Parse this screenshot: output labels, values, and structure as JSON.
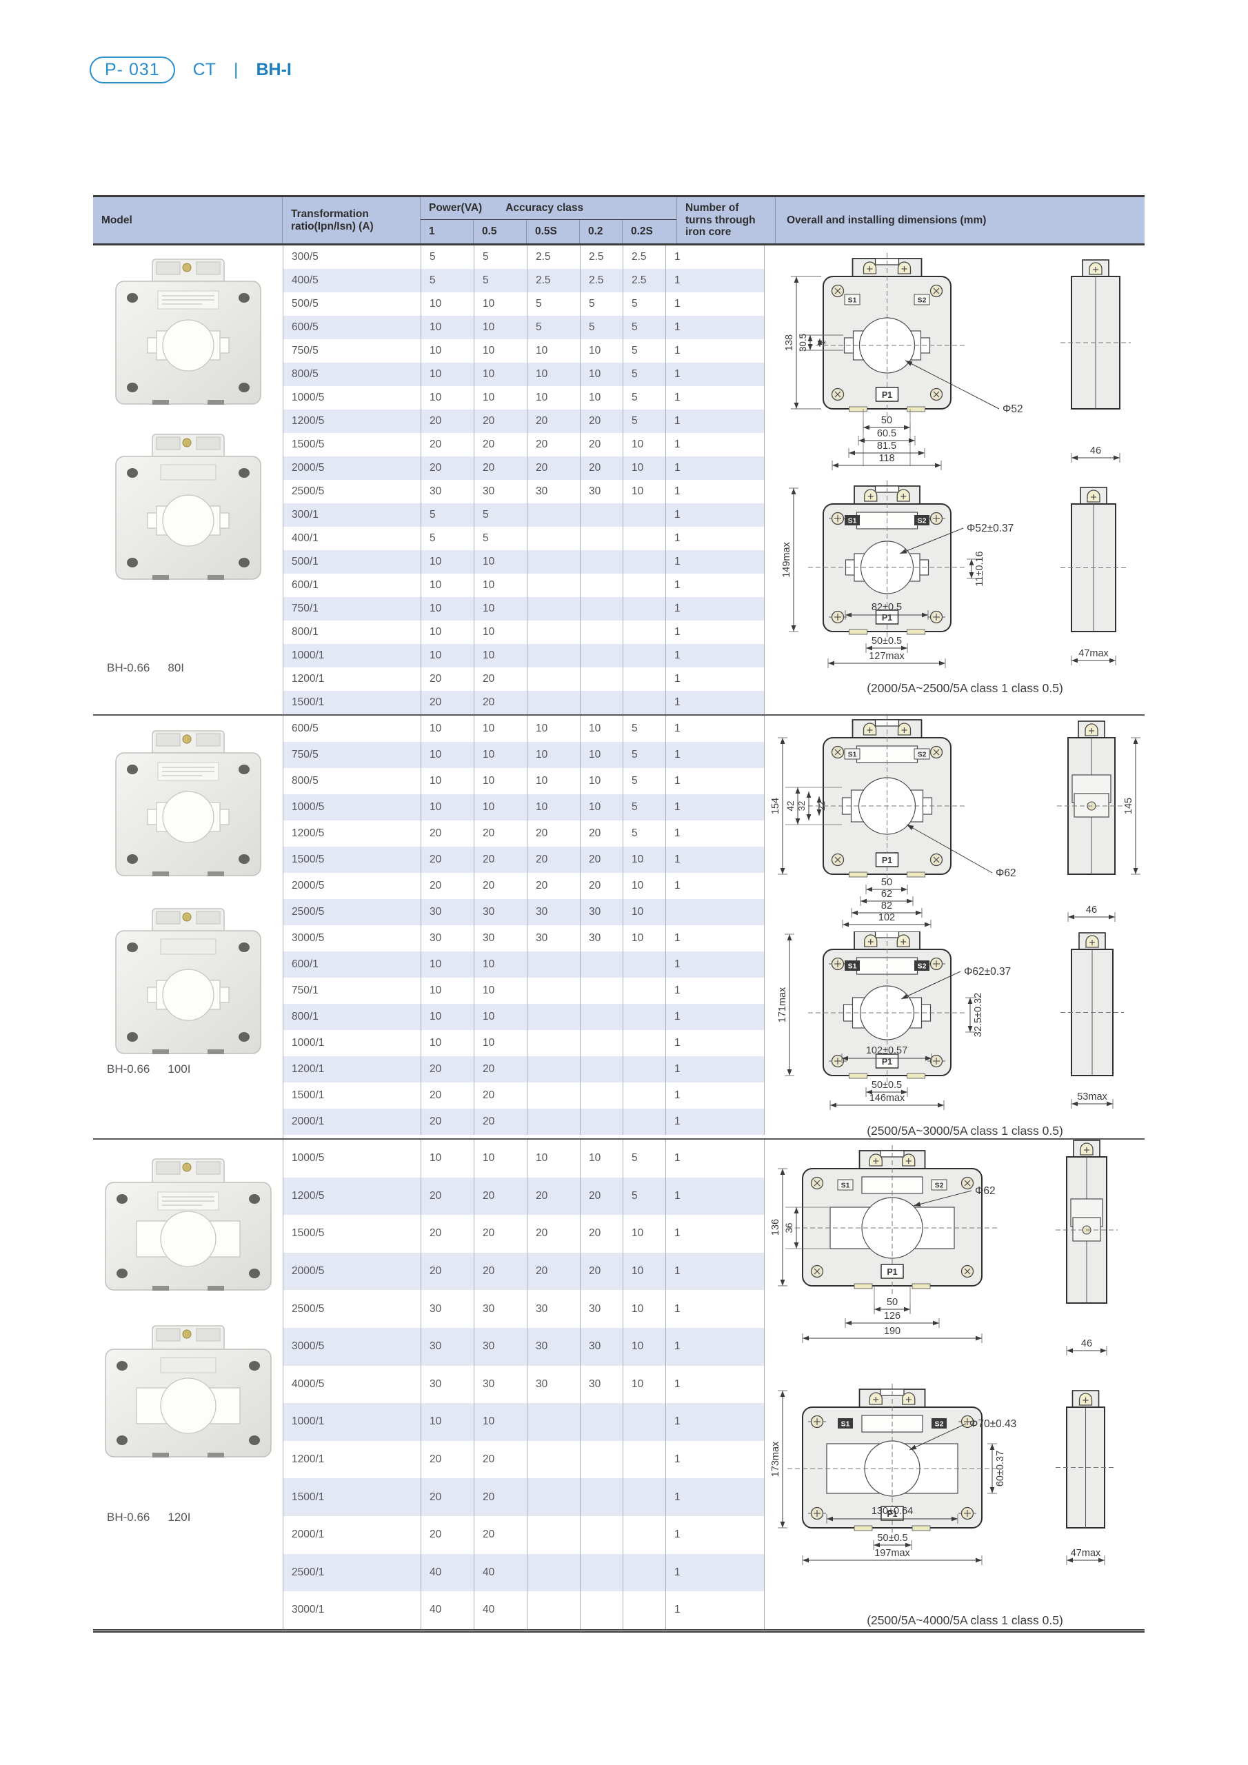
{
  "page": {
    "code": "P- 031",
    "category": "CT",
    "separator": "|",
    "series": "BH-I"
  },
  "colors": {
    "accent": "#2b8ccb",
    "header_bg": "#b7c5e3",
    "stripe": "#e3e8f4",
    "line": "#3d3d3d"
  },
  "table": {
    "headers": {
      "model": "Model",
      "ratio_lines": [
        "Transformation",
        "ratio(Ipn/Isn) (A)"
      ],
      "power": "Power(VA)",
      "accuracy": "Accuracy class",
      "power_classes": [
        "1",
        "0.5",
        "0.5S",
        "0.2",
        "0.2S"
      ],
      "turns_lines": [
        "Number of",
        "turns through",
        "iron core"
      ],
      "dimensions": "Overall and installing dimensions (mm)"
    },
    "sections": [
      {
        "model": {
          "name": "BH-0.66",
          "size": "80I"
        },
        "rows": [
          [
            "300/5",
            "5",
            "5",
            "2.5",
            "2.5",
            "2.5",
            "1"
          ],
          [
            "400/5",
            "5",
            "5",
            "2.5",
            "2.5",
            "2.5",
            "1"
          ],
          [
            "500/5",
            "10",
            "10",
            "5",
            "5",
            "5",
            "1"
          ],
          [
            "600/5",
            "10",
            "10",
            "5",
            "5",
            "5",
            "1"
          ],
          [
            "750/5",
            "10",
            "10",
            "10",
            "10",
            "5",
            "1"
          ],
          [
            "800/5",
            "10",
            "10",
            "10",
            "10",
            "5",
            "1"
          ],
          [
            "1000/5",
            "10",
            "10",
            "10",
            "10",
            "5",
            "1"
          ],
          [
            "1200/5",
            "20",
            "20",
            "20",
            "20",
            "5",
            "1"
          ],
          [
            "1500/5",
            "20",
            "20",
            "20",
            "20",
            "10",
            "1"
          ],
          [
            "2000/5",
            "20",
            "20",
            "20",
            "20",
            "10",
            "1"
          ],
          [
            "2500/5",
            "30",
            "30",
            "30",
            "30",
            "10",
            "1"
          ],
          [
            "300/1",
            "5",
            "5",
            "",
            "",
            "",
            "1"
          ],
          [
            "400/1",
            "5",
            "5",
            "",
            "",
            "",
            "1"
          ],
          [
            "500/1",
            "10",
            "10",
            "",
            "",
            "",
            "1"
          ],
          [
            "600/1",
            "10",
            "10",
            "",
            "",
            "",
            "1"
          ],
          [
            "750/1",
            "10",
            "10",
            "",
            "",
            "",
            "1"
          ],
          [
            "800/1",
            "10",
            "10",
            "",
            "",
            "",
            "1"
          ],
          [
            "1000/1",
            "10",
            "10",
            "",
            "",
            "",
            "1"
          ],
          [
            "1200/1",
            "20",
            "20",
            "",
            "",
            "",
            "1"
          ],
          [
            "1500/1",
            "20",
            "20",
            "",
            "",
            "",
            "1"
          ]
        ],
        "drawing1": {
          "height": "138",
          "inner": [
            "30.5",
            "1"
          ],
          "hole": "Φ52",
          "bottom": [
            "50",
            "60.5",
            "81.5",
            "118"
          ],
          "side_width": "46",
          "terminals": [
            "S1",
            "S2",
            "P1"
          ]
        },
        "drawing2": {
          "height": "149max",
          "hole": "Φ52±0.37",
          "hole_width": "82±0.5",
          "offset": "11±0.16",
          "bottom": [
            "50±0.5",
            "127max"
          ],
          "side_width": "47max",
          "terminals": [
            "S1",
            "S2",
            "P1"
          ],
          "caption": "(2000/5A~2500/5A class 1  class 0.5)"
        }
      },
      {
        "model": {
          "name": "BH-0.66",
          "size": "100I"
        },
        "rows": [
          [
            "600/5",
            "10",
            "10",
            "10",
            "10",
            "5",
            "1"
          ],
          [
            "750/5",
            "10",
            "10",
            "10",
            "10",
            "5",
            "1"
          ],
          [
            "800/5",
            "10",
            "10",
            "10",
            "10",
            "5",
            "1"
          ],
          [
            "1000/5",
            "10",
            "10",
            "10",
            "10",
            "5",
            "1"
          ],
          [
            "1200/5",
            "20",
            "20",
            "20",
            "20",
            "5",
            "1"
          ],
          [
            "1500/5",
            "20",
            "20",
            "20",
            "20",
            "10",
            "1"
          ],
          [
            "2000/5",
            "20",
            "20",
            "20",
            "20",
            "10",
            "1"
          ],
          [
            "2500/5",
            "30",
            "30",
            "30",
            "30",
            "10",
            ""
          ],
          [
            "3000/5",
            "30",
            "30",
            "30",
            "30",
            "10",
            "1"
          ],
          [
            "600/1",
            "10",
            "10",
            "",
            "",
            "",
            "1"
          ],
          [
            "750/1",
            "10",
            "10",
            "",
            "",
            "",
            "1"
          ],
          [
            "800/1",
            "10",
            "10",
            "",
            "",
            "",
            "1"
          ],
          [
            "1000/1",
            "10",
            "10",
            "",
            "",
            "",
            "1"
          ],
          [
            "1200/1",
            "20",
            "20",
            "",
            "",
            "",
            "1"
          ],
          [
            "1500/1",
            "20",
            "20",
            "",
            "",
            "",
            "1"
          ],
          [
            "2000/1",
            "20",
            "20",
            "",
            "",
            "",
            "1"
          ]
        ],
        "drawing1": {
          "height": "154",
          "inner": [
            "42",
            "32",
            "22"
          ],
          "hole": "Φ62",
          "bottom": [
            "50",
            "62",
            "82",
            "102"
          ],
          "side_height": "145",
          "side_width": "46",
          "terminals": [
            "S1",
            "S2",
            "P1"
          ]
        },
        "drawing2": {
          "height": "171max",
          "hole": "Φ62±0.37",
          "hole_width": "102±0.57",
          "offset": "32.5±0.32",
          "bottom": [
            "50±0.5",
            "146max"
          ],
          "side_width": "53max",
          "terminals": [
            "S1",
            "S2",
            "P1"
          ],
          "caption": "(2500/5A~3000/5A class 1  class 0.5)"
        }
      },
      {
        "model": {
          "name": "BH-0.66",
          "size": "120I"
        },
        "rows": [
          [
            "1000/5",
            "10",
            "10",
            "10",
            "10",
            "5",
            "1"
          ],
          [
            "1200/5",
            "20",
            "20",
            "20",
            "20",
            "5",
            "1"
          ],
          [
            "1500/5",
            "20",
            "20",
            "20",
            "20",
            "10",
            "1"
          ],
          [
            "2000/5",
            "20",
            "20",
            "20",
            "20",
            "10",
            "1"
          ],
          [
            "2500/5",
            "30",
            "30",
            "30",
            "30",
            "10",
            "1"
          ],
          [
            "3000/5",
            "30",
            "30",
            "30",
            "30",
            "10",
            "1"
          ],
          [
            "4000/5",
            "30",
            "30",
            "30",
            "30",
            "10",
            "1"
          ],
          [
            "1000/1",
            "10",
            "10",
            "",
            "",
            "",
            "1"
          ],
          [
            "1200/1",
            "20",
            "20",
            "",
            "",
            "",
            "1"
          ],
          [
            "1500/1",
            "20",
            "20",
            "",
            "",
            "",
            "1"
          ],
          [
            "2000/1",
            "20",
            "20",
            "",
            "",
            "",
            "1"
          ],
          [
            "2500/1",
            "40",
            "40",
            "",
            "",
            "",
            "1"
          ],
          [
            "3000/1",
            "40",
            "40",
            "",
            "",
            "",
            "1"
          ]
        ],
        "drawing1": {
          "height": "136",
          "inner": [
            "36"
          ],
          "hole": "Φ62",
          "bottom": [
            "50",
            "126",
            "190"
          ],
          "side_width": "46",
          "terminals": [
            "S1",
            "S2",
            "P1"
          ]
        },
        "drawing2": {
          "height": "173max",
          "hole": "Φ70±0.43",
          "hole_width": "130±0.64",
          "offset": "60±0.37",
          "bottom": [
            "50±0.5",
            "197max"
          ],
          "side_width": "47max",
          "terminals": [
            "S1",
            "S2",
            "P1"
          ],
          "caption": "(2500/5A~4000/5A class 1  class 0.5)"
        }
      }
    ]
  }
}
